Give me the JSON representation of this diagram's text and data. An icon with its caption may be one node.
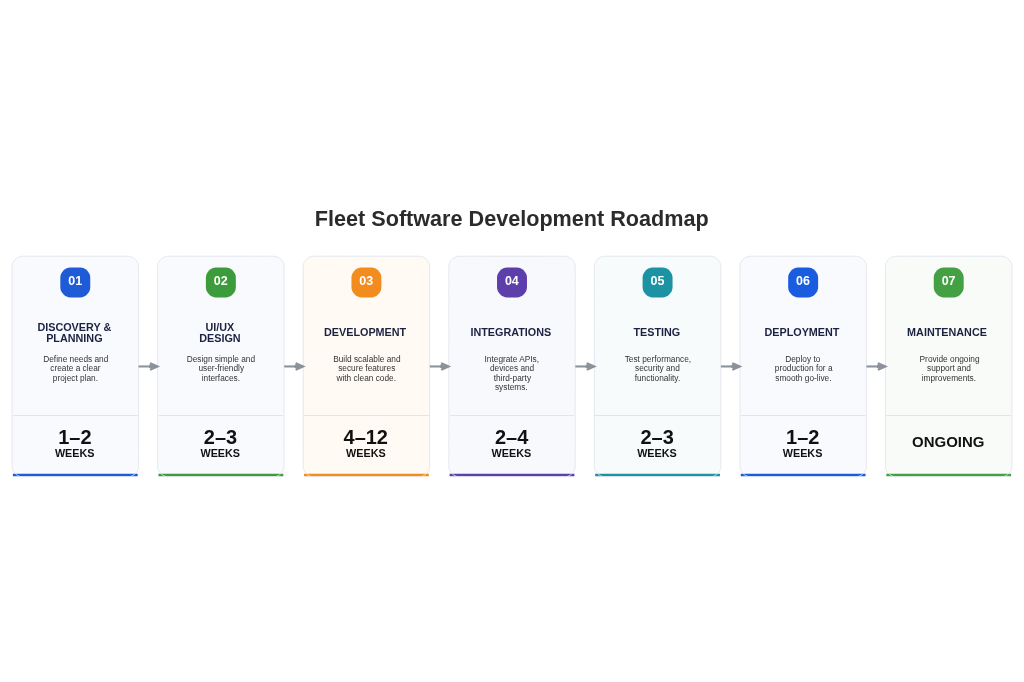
{
  "diagram": {
    "title": "Fleet Software Development Roadmap",
    "nodes": [
      {
        "text": [
          "01",
          "DISCOVERY & PLANNING",
          "Define needs and create a clear project plan.",
          "1–2",
          "WEEKS"
        ]
      },
      {
        "text": [
          "02",
          "UI/UX DESIGN",
          "Design simple and user-friendly interfaces.",
          "2–3",
          "WEEKS"
        ]
      },
      {
        "text": [
          "03",
          "DEVELOPMENT",
          "Build scalable and secure features with clean code.",
          "4–12",
          "WEEKS"
        ]
      },
      {
        "text": [
          "04",
          "INTEGRATIONS",
          "Integrate APIs, devices and third-party systems.",
          "2–4",
          "WEEKS"
        ]
      },
      {
        "text": [
          "05",
          "TESTING",
          "Test performance, security and functionality.",
          "2–3",
          "WEEKS"
        ]
      },
      {
        "text": [
          "06",
          "DEPLOYMENT",
          "Deploy to production for a smooth go-live.",
          "1–2",
          "WEEKS"
        ]
      },
      {
        "text": [
          "07",
          "MAINTENANCE",
          "Provide ongoing support and improvements.",
          "ONGOING"
        ]
      }
    ],
    "edges": [
      {
        "from": 0,
        "to": 1,
        "arrow": "to"
      },
      {
        "from": 1,
        "to": 2,
        "arrow": "to"
      },
      {
        "from": 2,
        "to": 3,
        "arrow": "to"
      },
      {
        "from": 3,
        "to": 4,
        "arrow": "to"
      },
      {
        "from": 4,
        "to": 5,
        "arrow": "to"
      },
      {
        "from": 5,
        "to": 6,
        "arrow": "to"
      }
    ]
  }
}
